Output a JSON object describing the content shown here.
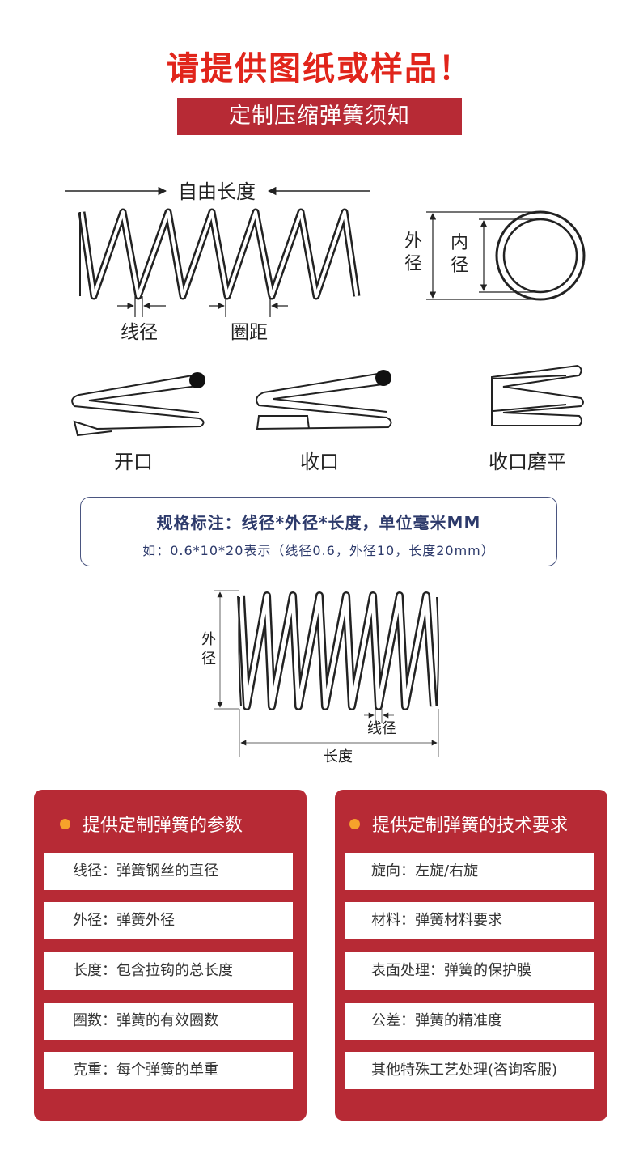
{
  "headline": "请提供图纸或样品！",
  "title_bar": "定制压缩弹簧须知",
  "diagram_labels": {
    "free_length": "自由长度",
    "outer_dia_top": [
      "外",
      "径"
    ],
    "inner_dia": [
      "内",
      "径"
    ],
    "wire_dia": "线径",
    "pitch": "圈距",
    "open_end": "开口",
    "closed_end": "收口",
    "closed_ground": "收口磨平",
    "outer_dia_bottom": [
      "外",
      "径"
    ],
    "wire_dia_bottom": "线径",
    "length": "长度"
  },
  "spec": {
    "main": "规格标注：线径*外径*长度，单位毫米MM",
    "example": "如：0.6*10*20表示（线径0.6，外径10，长度20mm）"
  },
  "panels": {
    "left": {
      "title": "提供定制弹簧的参数",
      "items": [
        "线径：弹簧钢丝的直径",
        "外径：弹簧外径",
        "长度：包含拉钩的总长度",
        "圈数：弹簧的有效圈数",
        "克重：每个弹簧的单重"
      ]
    },
    "right": {
      "title": "提供定制弹簧的技术要求",
      "items": [
        "旋向：左旋/右旋",
        "材料：弹簧材料要求",
        "表面处理：弹簧的保护膜",
        "公差：弹簧的精准度",
        "其他特殊工艺处理(咨询客服)"
      ]
    }
  },
  "colors": {
    "headline_red": "#e1251b",
    "panel_red": "#b72a35",
    "dot_orange": "#f6a22b",
    "spec_blue": "#2d3a6b"
  }
}
